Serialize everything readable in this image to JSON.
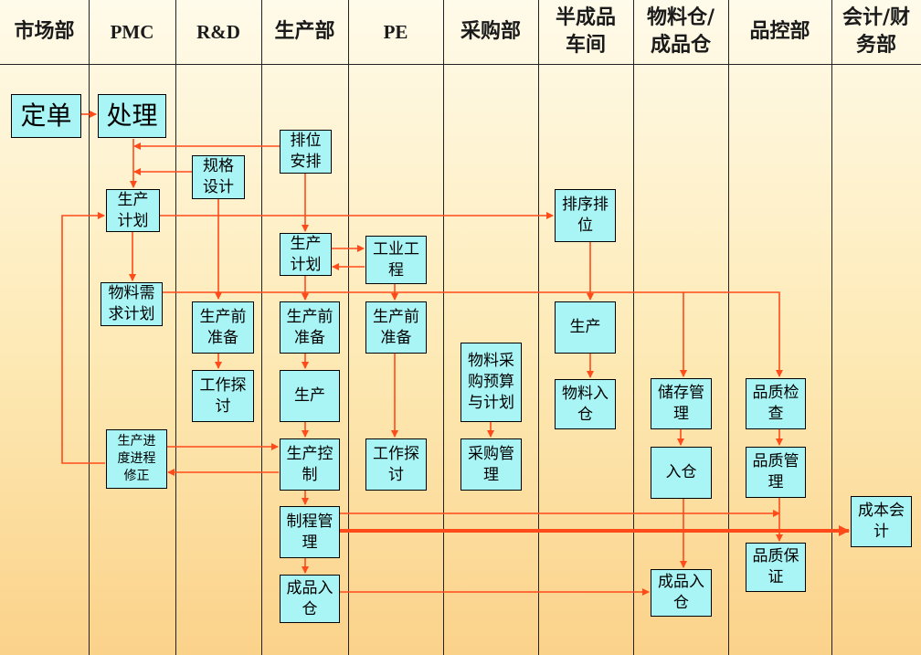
{
  "lanes": [
    "市场部",
    "PMC",
    "R&D",
    "生产部",
    "PE",
    "采购部",
    "半成品\n车间",
    "物料仓/\n成品仓",
    "品控部",
    "会计/财\n务部"
  ],
  "boxes": {
    "order": "定单",
    "process": "处理",
    "schedule": "排位\n安排",
    "spec_design": "规格\n设计",
    "pmc_plan": "生产\n计划",
    "prod_plan": "生产\n计划",
    "ie": "工业工\n程",
    "seq_schedule": "排序排\n位",
    "material_plan": "物料需\n求计划",
    "rd_prep": "生产前\n准备",
    "prod_prep": "生产前\n准备",
    "pe_prep": "生产前\n准备",
    "semi_produce": "生产",
    "purchase_budget": "物料采\n购预算\n与计划",
    "work_discuss_rd": "工作探\n讨",
    "produce": "生产",
    "material_in": "物料入\n仓",
    "storage_mgmt": "储存管\n理",
    "qc_inspect": "品质检\n查",
    "progress_fix": "生产进\n度进程\n修正",
    "prod_control": "生产控\n制",
    "work_discuss_pe": "工作探\n讨",
    "purchase_mgmt": "采购管\n理",
    "stock_in": "入仓",
    "qc_mgmt": "品质管\n理",
    "process_mgmt": "制程管\n理",
    "cost_account": "成本会\n计",
    "qc_assure": "品质保\n证",
    "fg_in_prod": "成品入\n仓",
    "fg_in_wh": "成品入\n仓"
  },
  "colors": {
    "box_fill": "#a9f5f5",
    "arrow": "#ff4a1a",
    "line": "#222222"
  }
}
